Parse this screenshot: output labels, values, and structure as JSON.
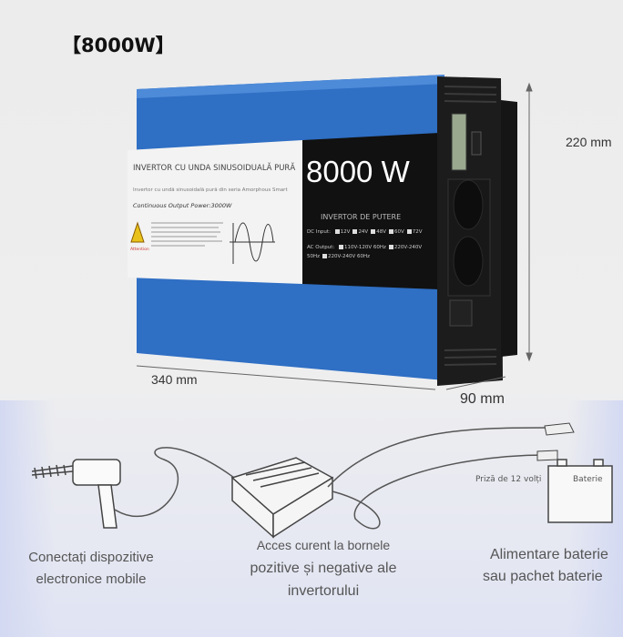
{
  "title": "【8000W】",
  "product": {
    "label_heading": "INVERTOR CU UNDA SINUSOIDUALĂ PURĂ",
    "label_subheading": "Invertor cu undă sinusoidală pură din seria Amorphous Smart",
    "continuous_power": "Continuous Output Power:3000W",
    "attention": "Attention",
    "power_big": "8000 W",
    "panel_title": "INVERTOR DE PUTERE",
    "dc_input_label": "DC Input:",
    "dc_options": [
      "12V",
      "24V",
      "48V",
      "60V",
      "72V"
    ],
    "ac_output_label": "AC Output:",
    "ac_options": [
      "110V-120V 60Hz",
      "220V-240V 50Hz",
      "220V-240V 60Hz"
    ],
    "body_color": "#2f6fc4"
  },
  "dimensions": {
    "height": "220 mm",
    "length": "340 mm",
    "width": "90 mm"
  },
  "diagram": {
    "socket_label": "Priză de 12 volți",
    "battery_label": "Baterie",
    "captions": [
      {
        "line1": "Conectați dispozitive",
        "line2": "electronice mobile"
      },
      {
        "line1": "Acces curent la bornele",
        "line2": "pozitive și negative ale",
        "line3": "invertorului"
      },
      {
        "line1": "Alimentare baterie",
        "line2": "sau pachet baterie"
      }
    ]
  }
}
